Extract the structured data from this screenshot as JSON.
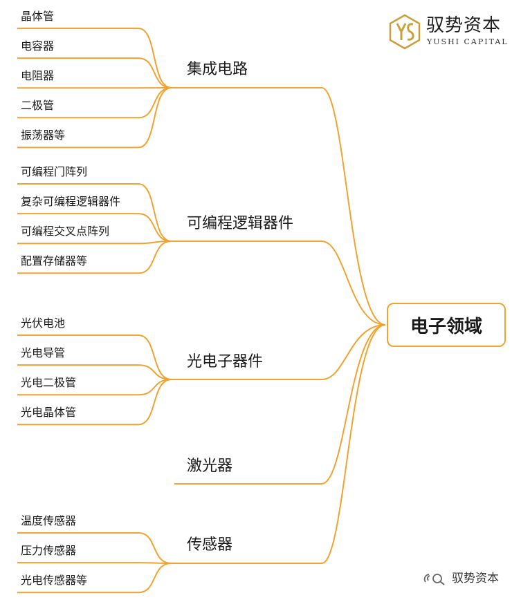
{
  "root": "电子领域",
  "logo": {
    "cn": "驭势资本",
    "en": "YUSHI CAPITAL",
    "mark": "ys-monogram-icon"
  },
  "watermark": {
    "text": "驭势资本",
    "icon": "wechat-search-icon"
  },
  "colors": {
    "line": "#f0a330",
    "logo_gold": "#c9a03a",
    "text": "#1a1a1a"
  },
  "branches": [
    {
      "label": "集成电路",
      "leaves": [
        "晶体管",
        "电容器",
        "电阻器",
        "二极管",
        "振荡器等"
      ]
    },
    {
      "label": "可编程逻辑器件",
      "leaves": [
        "可编程门阵列",
        "复杂可编程逻辑器件",
        "可编程交叉点阵列",
        "配置存储器等"
      ]
    },
    {
      "label": "光电子器件",
      "leaves": [
        "光伏电池",
        "光电导管",
        "光电二极管",
        "光电晶体管"
      ]
    },
    {
      "label": "激光器",
      "leaves": []
    },
    {
      "label": "传感器",
      "leaves": [
        "温度传感器",
        "压力传感器",
        "光电传感器等"
      ]
    }
  ]
}
